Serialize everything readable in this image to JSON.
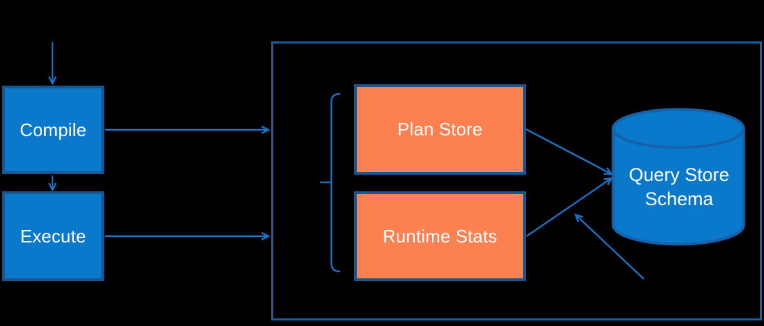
{
  "colors": {
    "background": "#000000",
    "blue_fill": "#0A79CB",
    "orange_fill": "#FC8151",
    "outline": "#17568E",
    "frame": "#1661A9",
    "arrow": "#1C73C6",
    "text": "#FFFFFF"
  },
  "nodes": {
    "compile": {
      "label": "Compile"
    },
    "execute": {
      "label": "Execute"
    },
    "plan_store": {
      "label": "Plan Store"
    },
    "runtime_stats": {
      "label": "Runtime Stats"
    },
    "query_store_schema": {
      "line1": "Query Store",
      "line2": "Schema"
    }
  }
}
